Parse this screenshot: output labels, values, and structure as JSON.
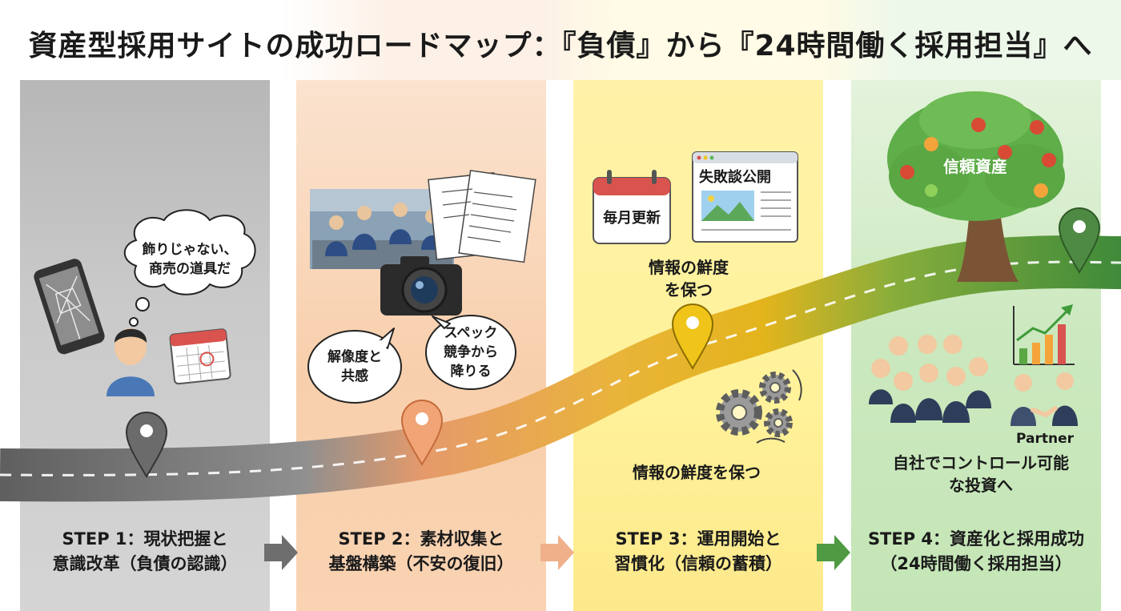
{
  "title": "資産型採用サイトの成功ロードマップ：『負債』から『24時間働く採用担当』へ",
  "steps": [
    {
      "line1": "STEP 1：現状把握と",
      "line2": "意識改革（負債の認識）"
    },
    {
      "line1": "STEP 2：素材収集と",
      "line2": "基盤構築（不安の復旧）"
    },
    {
      "line1": "STEP 3：運用開始と",
      "line2": "習慣化（信頼の蓄積）"
    },
    {
      "line1": "STEP 4：資産化と採用成功",
      "line2": "（24時間働く採用担当）"
    }
  ],
  "step1": {
    "bubble_l1": "飾りじゃない、",
    "bubble_l2": "商売の道具だ"
  },
  "step2": {
    "bubble_a_l1": "解像度と",
    "bubble_a_l2": "共感",
    "bubble_b_l1": "スペック",
    "bubble_b_l2": "競争から",
    "bubble_b_l3": "降りる"
  },
  "step3": {
    "calendar_label": "毎月更新",
    "browser_label": "失敗談公開",
    "label_upper_l1": "情報の鮮度",
    "label_upper_l2": "を保つ",
    "label_lower": "情報の鮮度を保つ"
  },
  "step4": {
    "tree_label": "信頼資産",
    "partner_label": "Partner",
    "label_l1": "自社でコントロール可能",
    "label_l2": "な投資へ"
  },
  "colors": {
    "step1_bg": "#c4c4c4",
    "step2_bg": "#f8cfac",
    "step3_bg": "#fff29a",
    "step4_bg": "#cbe8be",
    "pin1": "#6b6b6b",
    "pin2": "#f1a476",
    "pin3": "#f0c419",
    "pin4": "#4f8a45"
  },
  "icons": [
    "broken-smartphone-icon",
    "calendar-icon",
    "camera-icon",
    "document-icon",
    "gear-icon",
    "browser-icon",
    "tree-icon",
    "growth-chart-icon",
    "handshake-icon",
    "map-pin-icon",
    "arrow-right-icon"
  ]
}
